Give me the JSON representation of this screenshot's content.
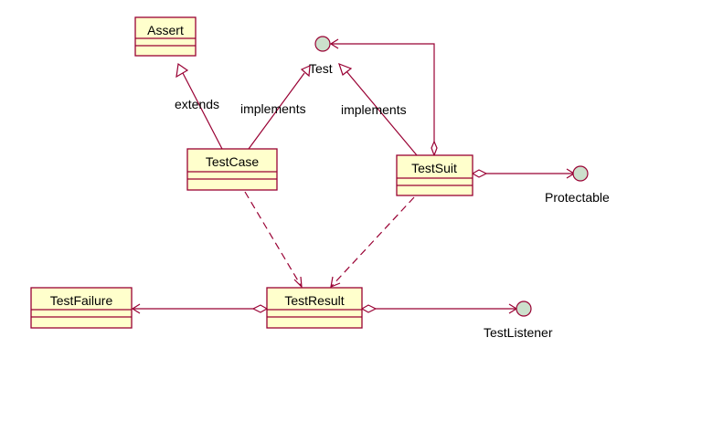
{
  "classes": {
    "assert": "Assert",
    "testcase": "TestCase",
    "testsuit": "TestSuit",
    "testfailure": "TestFailure",
    "testresult": "TestResult"
  },
  "interfaces": {
    "test": "Test",
    "protectable": "Protectable",
    "testlistener": "TestListener"
  },
  "relations": {
    "extends": "extends",
    "implements_testcase": "implements",
    "implements_testsuit": "implements"
  },
  "colors": {
    "class_fill": "#ffffcc",
    "border": "#990033",
    "interface_fill": "#cce0cc"
  }
}
